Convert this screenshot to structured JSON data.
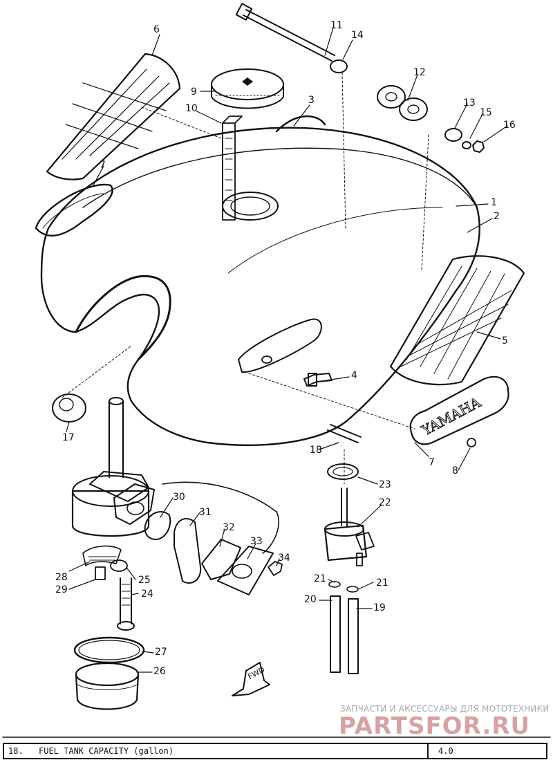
{
  "callouts": [
    {
      "id": "1",
      "text": "1"
    },
    {
      "id": "2",
      "text": "2"
    },
    {
      "id": "3",
      "text": "3"
    },
    {
      "id": "4",
      "text": "4"
    },
    {
      "id": "5",
      "text": "5"
    },
    {
      "id": "6",
      "text": "6"
    },
    {
      "id": "7a",
      "text": "7"
    },
    {
      "id": "7b",
      "text": "7"
    },
    {
      "id": "8",
      "text": "8"
    },
    {
      "id": "9",
      "text": "9"
    },
    {
      "id": "10",
      "text": "10"
    },
    {
      "id": "11",
      "text": "11"
    },
    {
      "id": "12",
      "text": "12"
    },
    {
      "id": "13",
      "text": "13"
    },
    {
      "id": "14",
      "text": "14"
    },
    {
      "id": "15",
      "text": "15"
    },
    {
      "id": "16",
      "text": "16"
    },
    {
      "id": "17",
      "text": "17"
    },
    {
      "id": "18",
      "text": "18"
    },
    {
      "id": "19",
      "text": "19"
    },
    {
      "id": "20",
      "text": "20"
    },
    {
      "id": "21a",
      "text": "21"
    },
    {
      "id": "21b",
      "text": "21"
    },
    {
      "id": "22",
      "text": "22"
    },
    {
      "id": "23",
      "text": "23"
    },
    {
      "id": "24",
      "text": "24"
    },
    {
      "id": "25",
      "text": "25"
    },
    {
      "id": "26",
      "text": "26"
    },
    {
      "id": "27",
      "text": "27"
    },
    {
      "id": "28",
      "text": "28"
    },
    {
      "id": "29",
      "text": "29"
    },
    {
      "id": "30",
      "text": "30"
    },
    {
      "id": "31",
      "text": "31"
    },
    {
      "id": "32",
      "text": "32"
    },
    {
      "id": "33",
      "text": "33"
    },
    {
      "id": "34",
      "text": "34"
    }
  ],
  "emblem_text": "YAMAHA",
  "fwd_label": "FWD",
  "watermark": {
    "small": "ЗАПЧАСТИ И АКСЕССУАРЫ ДЛЯ МОТОТЕХНИКИ",
    "brand": "PARTSFOR.RU"
  },
  "footer": {
    "item_no": "18.",
    "label": "FUEL TANK CAPACITY (gallon)",
    "value": "4.0"
  }
}
